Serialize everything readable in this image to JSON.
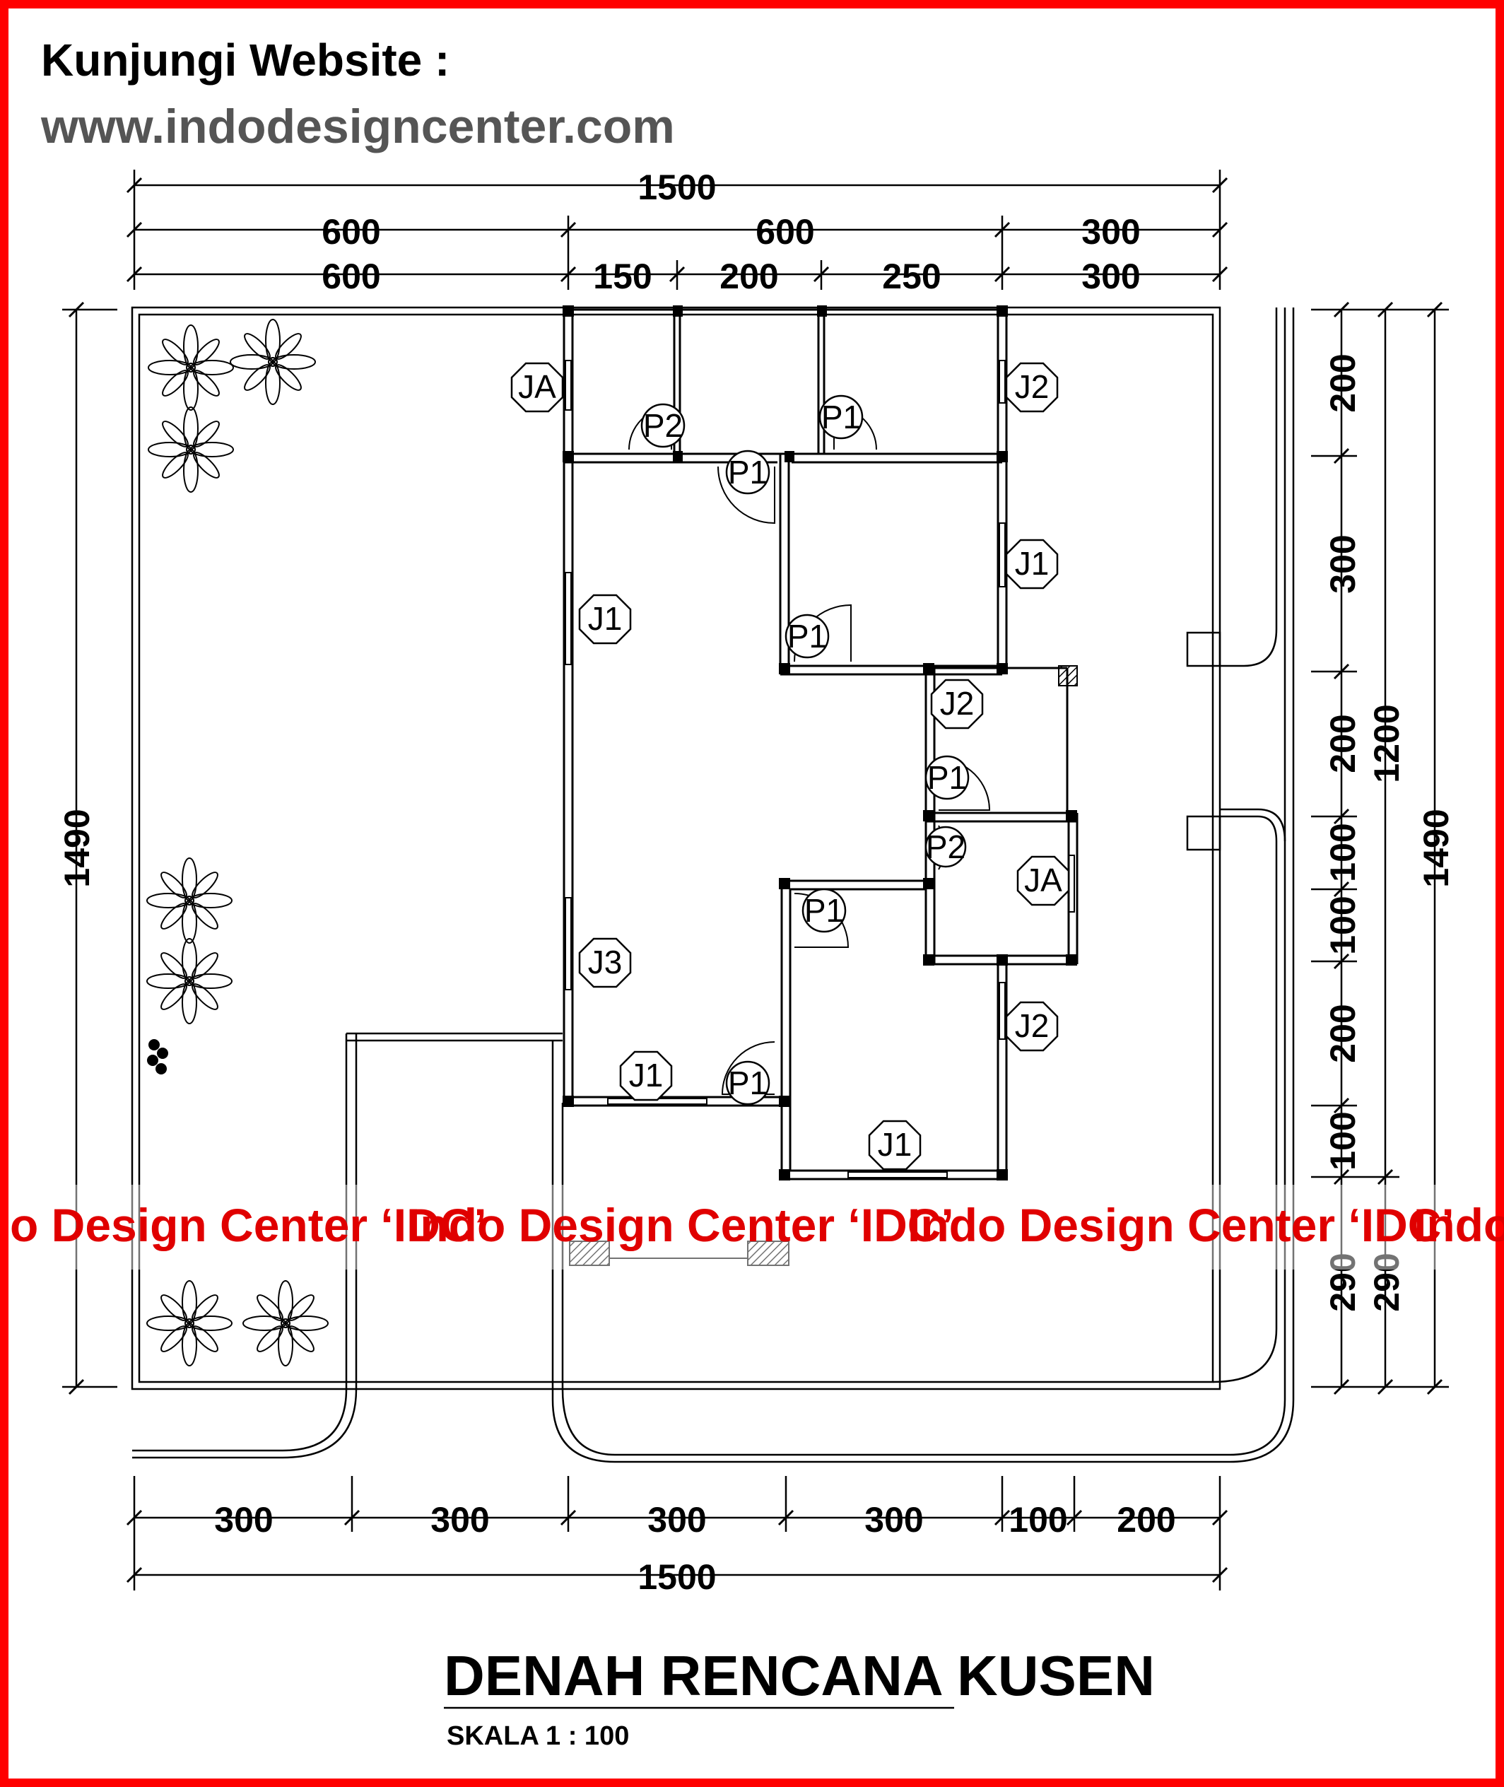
{
  "header": {
    "visit_label": "Kunjungi Website :",
    "website": "www.indodesigncenter.com"
  },
  "dimensions": {
    "top_total": "1500",
    "top_row2": [
      "600",
      "600",
      "300"
    ],
    "top_row3": [
      "600",
      "150",
      "200",
      "250",
      "300"
    ],
    "bottom_row": [
      "300",
      "300",
      "300",
      "300",
      "100",
      "200"
    ],
    "bottom_total": "1500",
    "left_total": "1490",
    "right_segments": [
      "200",
      "300",
      "200",
      "100",
      "100",
      "200",
      "100",
      "290"
    ],
    "right_mid_total": "1200",
    "right_mid_extra": "290",
    "right_total": "1490"
  },
  "labels": {
    "ja": "JA",
    "j1": "J1",
    "j2": "J2",
    "j3": "J3",
    "p1": "P1",
    "p2": "P2"
  },
  "watermark": {
    "text": "Indo Design Center ‘IDC’",
    "partial_left": "o Design Center ‘IDC’",
    "partial_right": "Indo"
  },
  "title": {
    "main": "DENAH RENCANA KUSEN",
    "scale": "SKALA 1 : 100"
  },
  "colors": {
    "border": "#ff0000",
    "watermark": "#e00000",
    "ink": "#000000"
  }
}
